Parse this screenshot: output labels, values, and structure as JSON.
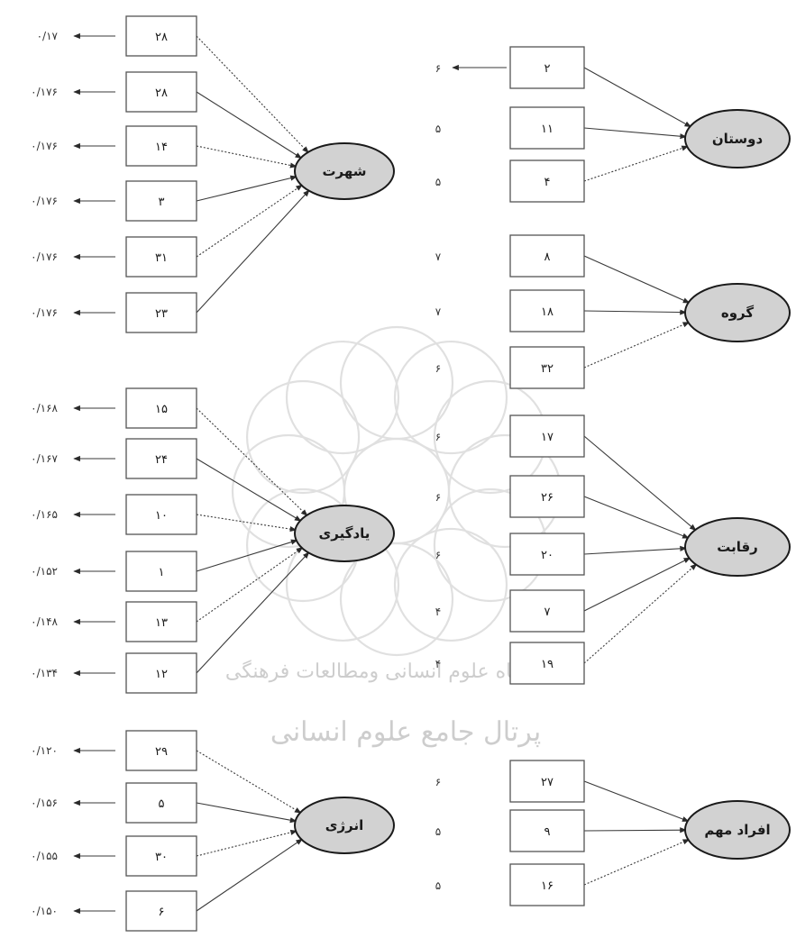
{
  "constructs_left": [
    {
      "name": "شهرت",
      "items": [
        "۲۸",
        "۲۸",
        "۱۴",
        "۳",
        "۳۱",
        "۲۳"
      ],
      "errors": [
        "۰/۱۷",
        "۰/۱۷۶",
        "۰/۱۷۶",
        "۰/۱۷۶",
        "۰/۱۷۶",
        "۰/۱۷۶"
      ]
    },
    {
      "name": "یادگیری",
      "items": [
        "۱۵",
        "۲۴",
        "۱۰",
        "۱",
        "۱۳",
        "۱۲"
      ],
      "errors": [
        "۰/۱۶۸",
        "۰/۱۶۷",
        "۰/۱۶۵",
        "۰/۱۵۲",
        "۰/۱۴۸",
        "۰/۱۳۴"
      ]
    },
    {
      "name": "انرژی",
      "items": [
        "۲۹",
        "۵",
        "۳۰",
        "۶"
      ],
      "errors": [
        "۰/۱۲۰",
        "۰/۱۵۶",
        "۰/۱۵۵",
        "۰/۱۵۰"
      ]
    }
  ],
  "constructs_right": [
    {
      "name": "دوستان",
      "items": [
        "۲",
        "۱۱",
        "۴"
      ],
      "errors": [
        "۶",
        "۵",
        "۵"
      ]
    },
    {
      "name": "گروه",
      "items": [
        "۸",
        "۱۸",
        "۳۲"
      ],
      "errors": [
        "۷",
        "۷",
        "۶"
      ]
    },
    {
      "name": "رقابت",
      "items": [
        "۱۷",
        "۲۶",
        "۲۰",
        "۷",
        "۱۹"
      ],
      "errors": [
        "۶",
        "۶",
        "۶",
        "۴",
        "۴"
      ]
    },
    {
      "name": "افراد مهم",
      "items": [
        "۲۷",
        "۹",
        "۱۶"
      ],
      "errors": [
        "۶",
        "۵",
        "۵"
      ]
    }
  ],
  "watermark": {
    "line1": "پژوهشگاه علوم انسانی ومطالعات فرهنگی",
    "line2": "پرتال جامع علوم انسانی"
  }
}
